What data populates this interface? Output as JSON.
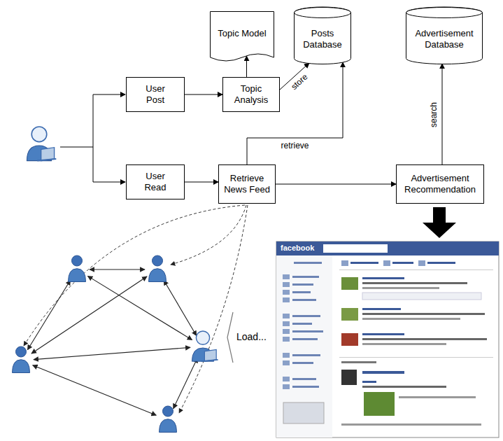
{
  "diagram": {
    "nodes": [
      {
        "text": [
          "Topic Model"
        ]
      },
      {
        "text": [
          "Posts Database"
        ]
      },
      {
        "text": [
          "Advertisement Database"
        ]
      },
      {
        "text": [
          "User Post"
        ]
      },
      {
        "text": [
          "Topic Analysis"
        ]
      },
      {
        "text": [
          "User Read"
        ]
      },
      {
        "text": [
          "Retrieve News Feed"
        ]
      },
      {
        "text": [
          "Advertisement Recommendation"
        ]
      }
    ],
    "edges": [
      {
        "from": 3,
        "to": 4,
        "arrow": "to"
      },
      {
        "from": 4,
        "to": 0,
        "arrow": "to"
      },
      {
        "from": 4,
        "to": 1,
        "label": "store",
        "arrow": "to"
      },
      {
        "from": 6,
        "to": 1,
        "label": "retrieve",
        "arrow": "to"
      },
      {
        "from": 5,
        "to": 6,
        "arrow": "to"
      },
      {
        "from": 6,
        "to": 7,
        "arrow": "to"
      },
      {
        "from": 7,
        "to": 2,
        "label": "search",
        "arrow": "to"
      }
    ],
    "labels": [
      "Load...",
      "facebook"
    ]
  }
}
